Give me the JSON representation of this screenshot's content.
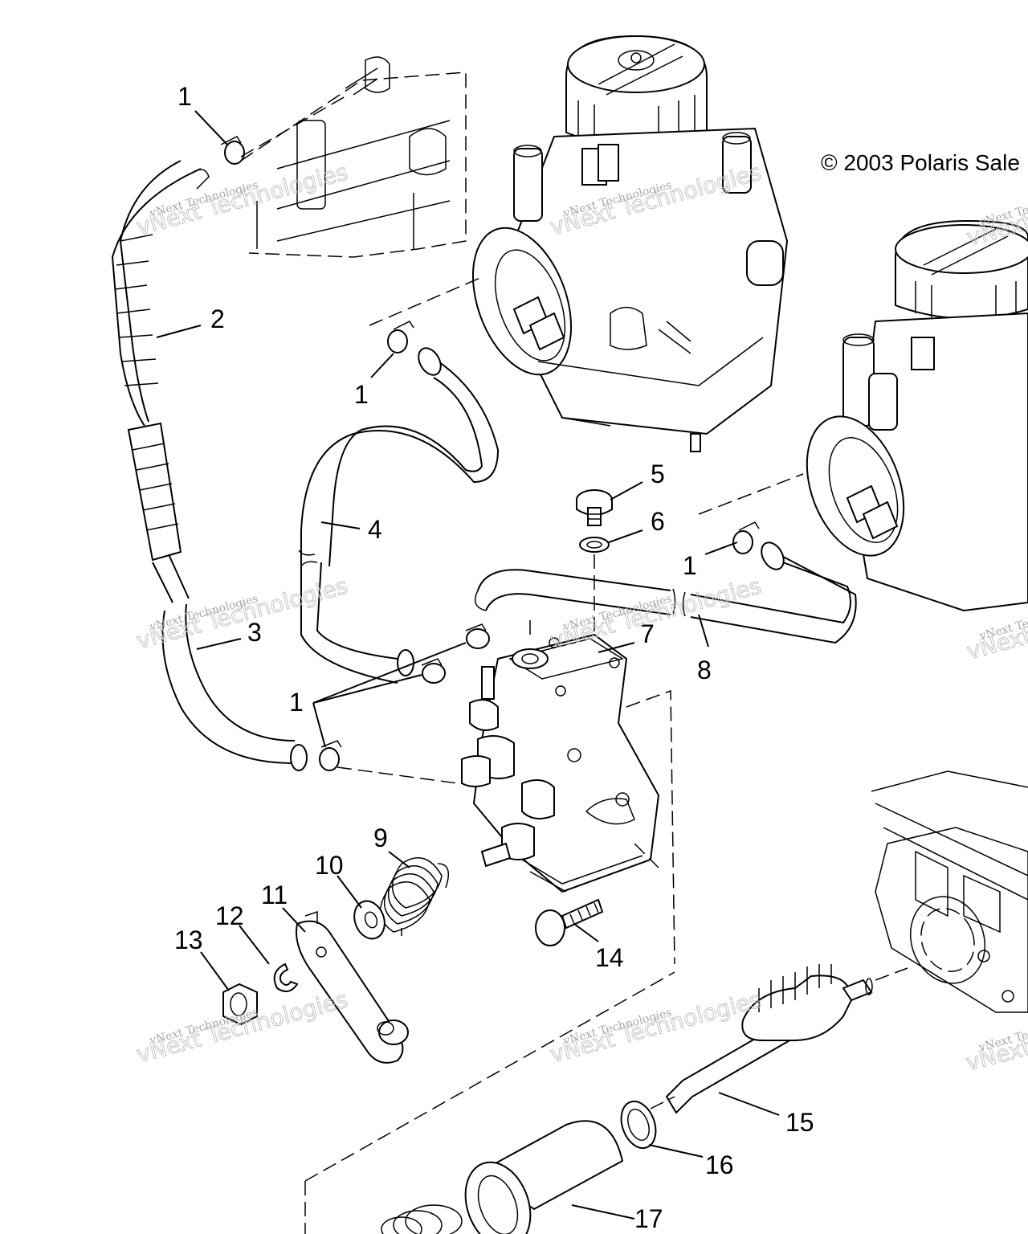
{
  "copyright": "© 2003 Polaris Sale",
  "watermark": {
    "line1": "vNext Technologies",
    "line2": "vNext Technologies"
  },
  "callouts": [
    {
      "text": "1"
    },
    {
      "text": "2"
    },
    {
      "text": "1"
    },
    {
      "text": "5"
    },
    {
      "text": "6"
    },
    {
      "text": "4"
    },
    {
      "text": "1"
    },
    {
      "text": "3"
    },
    {
      "text": "7"
    },
    {
      "text": "8"
    },
    {
      "text": "1"
    },
    {
      "text": "9"
    },
    {
      "text": "10"
    },
    {
      "text": "11"
    },
    {
      "text": "12"
    },
    {
      "text": "13"
    },
    {
      "text": "14"
    },
    {
      "text": "15"
    },
    {
      "text": "16"
    },
    {
      "text": "17"
    }
  ]
}
